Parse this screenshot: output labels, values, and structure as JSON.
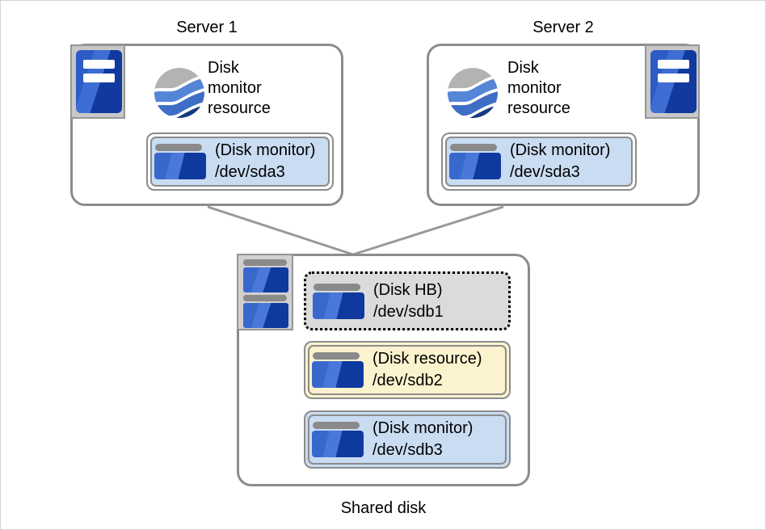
{
  "servers": [
    {
      "title": "Server 1",
      "resource_label_lines": [
        "Disk",
        "monitor",
        "resource"
      ],
      "disk_badge": {
        "type": "(Disk monitor)",
        "device": "/dev/sda3"
      }
    },
    {
      "title": "Server 2",
      "resource_label_lines": [
        "Disk",
        "monitor",
        "resource"
      ],
      "disk_badge": {
        "type": "(Disk monitor)",
        "device": "/dev/sda3"
      }
    }
  ],
  "shared_disk": {
    "label": "Shared disk",
    "partitions": [
      {
        "type": "(Disk HB)",
        "device": "/dev/sdb1",
        "variant": "heartbeat"
      },
      {
        "type": "(Disk resource)",
        "device": "/dev/sdb2",
        "variant": "resource"
      },
      {
        "type": "(Disk monitor)",
        "device": "/dev/sdb3",
        "variant": "monitor"
      }
    ]
  },
  "icons": {
    "server_tower": "server-tower-icon",
    "monitor_sphere": "disk-monitor-resource-icon",
    "disk_partition": "disk-partition-icon",
    "shared_disk_tray": "shared-disk-tray-icon"
  },
  "colors": {
    "box_border": "#8c8c8c",
    "connector_line": "#999999",
    "monitor_fill": "#c9dcf1",
    "resource_fill": "#fbf2ce",
    "heartbeat_fill": "#dbdbdb",
    "heartbeat_border": "#000000",
    "tray_fill": "#c8c8c8",
    "tray_border": "#969696",
    "disk_blue": "#3968cd",
    "disk_blue_dark": "#10399f",
    "disk_bar_gray": "#8a8a8a",
    "sphere_gray": "#b3b3b3",
    "sphere_blue_light": "#5585d6",
    "sphere_blue": "#3e6ec6",
    "sphere_navy": "#143a80"
  }
}
